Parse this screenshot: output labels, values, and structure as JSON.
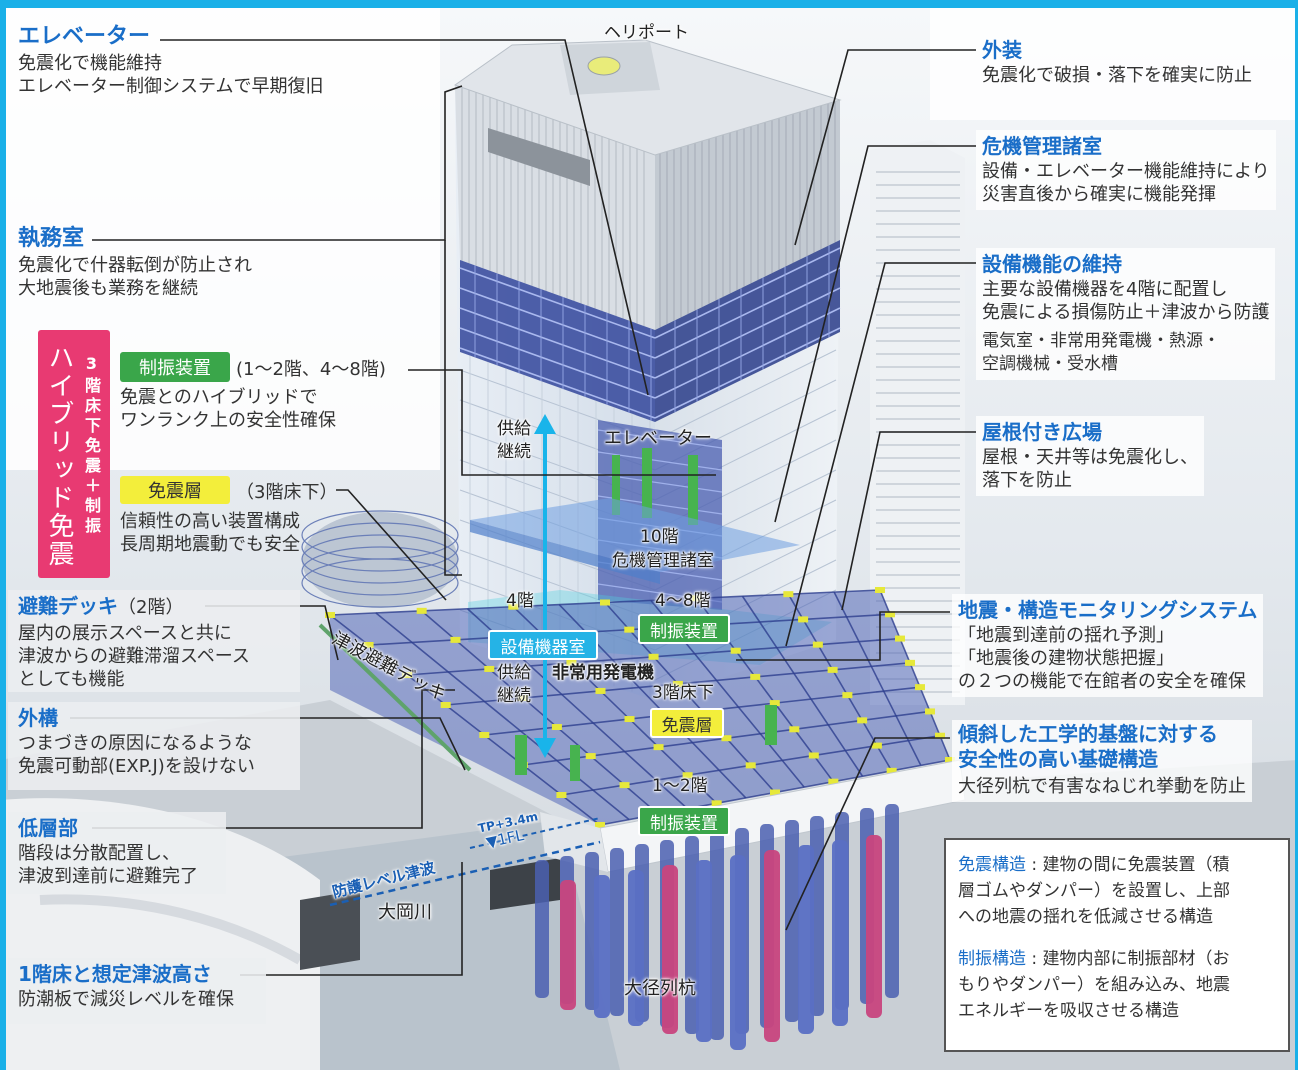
{
  "left": {
    "elevator": {
      "title": "エレベーター",
      "lines": [
        "免震化で機能維持",
        "エレベーター制御システムで早期復旧"
      ]
    },
    "office": {
      "title": "執務室",
      "lines": [
        "免震化で什器転倒が防止され",
        "大地震後も業務を継続"
      ]
    },
    "hybrid": {
      "main": "ハイブリッド免震",
      "sub": "3階床下免震＋制振"
    },
    "damper": {
      "badge": "制振装置",
      "note": "(1〜2階、4〜8階)",
      "lines": [
        "免震とのハイブリッドで",
        "ワンランク上の安全性確保"
      ]
    },
    "isolation": {
      "badge": "免震層",
      "note": "（3階床下）",
      "lines": [
        "信頼性の高い装置構成",
        "長周期地震動でも安全"
      ]
    },
    "deck": {
      "title": "避難デッキ",
      "note": "（2階）",
      "lines": [
        "屋内の展示スペースと共に",
        "津波からの避難滞溜スペース",
        "としても機能"
      ]
    },
    "exterior_works": {
      "title": "外構",
      "lines": [
        "つまづきの原因になるような",
        "免震可動部(EXP.J)を設けない"
      ]
    },
    "lowrise": {
      "title": "低層部",
      "lines": [
        "階段は分散配置し、",
        "津波到達前に避難完了"
      ]
    },
    "first_floor": {
      "title": "1階床と想定津波高さ",
      "lines": [
        "防潮板で減災レベルを確保"
      ]
    }
  },
  "right": {
    "facade": {
      "title": "外装",
      "lines": [
        "免震化で破損・落下を確実に防止"
      ]
    },
    "crisis": {
      "title": "危機管理諸室",
      "lines": [
        "設備・エレベーター機能維持により",
        "災害直後から確実に機能発揮"
      ]
    },
    "equipment": {
      "title": "設備機能の維持",
      "lines": [
        "主要な設備機器を4階に配置し",
        "免震による損傷防止＋津波から防護",
        "電気室・非常用発電機・熱源・",
        "空調機械・受水槽"
      ]
    },
    "plaza": {
      "title": "屋根付き広場",
      "lines": [
        "屋根・天井等は免震化し、",
        "落下を防止"
      ]
    },
    "monitoring": {
      "title": "地震・構造モニタリングシステム",
      "lines": [
        "「地震到達前の揺れ予測」",
        "「地震後の建物状態把握」",
        "の２つの機能で在館者の安全を確保"
      ]
    },
    "foundation": {
      "title_lines": [
        "傾斜した工学的基盤に対する",
        "安全性の高い基礎構造"
      ],
      "lines": [
        "大径列杭で有害なねじれ挙動を防止"
      ]
    }
  },
  "definitions": [
    {
      "term": "免震構造",
      "lines": [
        " : 建物の間に免震装置（積",
        "層ゴムやダンパー）を設置し、上部",
        "への地震の揺れを低減させる構造"
      ]
    },
    {
      "term": "制振構造",
      "lines": [
        " : 建物内部に制振部材（お",
        "もりやダンパー）を組み込み、地震",
        "エネルギーを吸収させる構造"
      ]
    }
  ],
  "building": {
    "heliport": "ヘリポート",
    "supply_upper": [
      "供給",
      "継続"
    ],
    "elevator": "エレベーター",
    "crisis_floor": [
      "10階",
      "危機管理諸室"
    ],
    "floor4": "4階",
    "damper_upper": {
      "floors": "4〜8階",
      "badge": "制振装置"
    },
    "equipment_room": "設備機器室",
    "supply_lower": [
      "供給",
      "継続"
    ],
    "generator": "非常用発電機",
    "isolation_layer": {
      "floors": "3階床下",
      "badge": "免震層"
    },
    "damper_lower": {
      "floors": "1〜2階",
      "badge": "制振装置"
    },
    "tsunami_deck": "津波避難デッキ",
    "tp": "TP+3.4m",
    "fl": "▼1FL",
    "tsunami_level": "防護レベル津波",
    "river": "大岡川",
    "piles": "大径列杭"
  },
  "colors": {
    "frame": "#1ab0e8",
    "title": "#1a6ec8",
    "hybrid_box": "#e83a72",
    "damper_badge": "#3aa64a",
    "isolation_badge": "#f3ee3b",
    "equipment_badge": "#25b3e6",
    "steel": "#3c4fa0",
    "pile_accent": "#c8447e"
  }
}
